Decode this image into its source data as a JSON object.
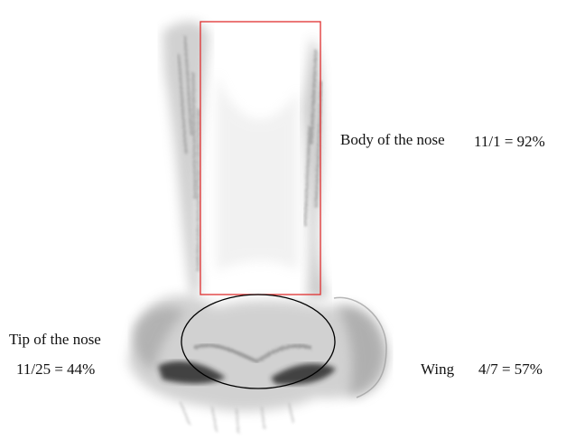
{
  "regions": {
    "body": {
      "label": "Body of the nose",
      "stat": "11/1 = 92%",
      "outline_color": "#e03030"
    },
    "tip": {
      "label": "Tip of the nose",
      "stat": "11/25 = 44%",
      "outline_color": "#000000"
    },
    "wing": {
      "label": "Wing",
      "stat": "4/7 = 57%"
    }
  },
  "illustration": "pencil-sketch-nose"
}
